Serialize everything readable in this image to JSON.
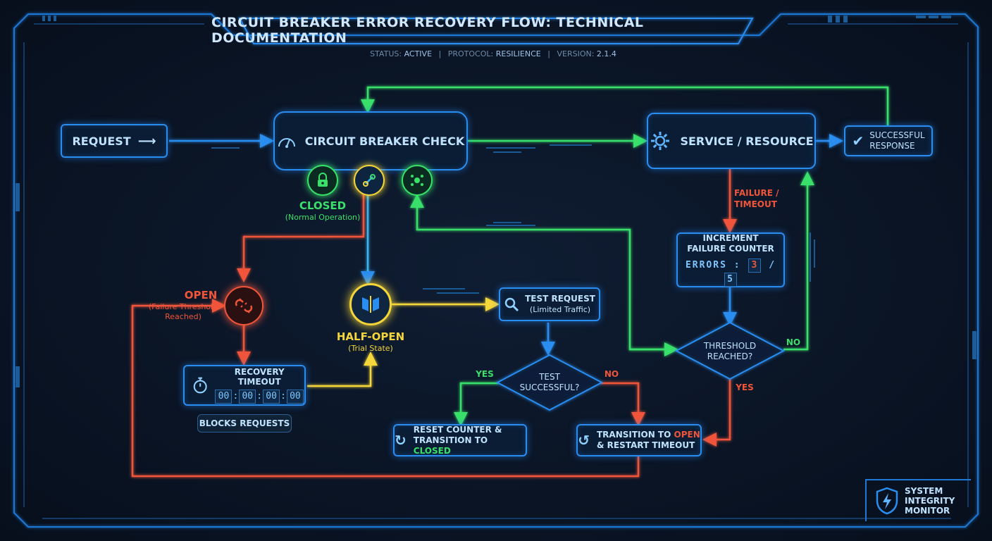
{
  "header": {
    "title": "CIRCUIT BREAKER ERROR RECOVERY FLOW: TECHNICAL DOCUMENTATION",
    "status_label": "STATUS:",
    "status_value": "ACTIVE",
    "protocol_label": "PROTOCOL:",
    "protocol_value": "RESILIENCE",
    "version_label": "VERSION:",
    "version_value": "2.1.4",
    "separator": "|"
  },
  "nodes": {
    "request": "REQUEST",
    "breaker_check": "CIRCUIT BREAKER CHECK",
    "service": "SERVICE / RESOURCE",
    "success": {
      "line1": "SUCCESSFUL",
      "line2": "RESPONSE"
    },
    "failure_timeout": {
      "line1": "FAILURE /",
      "line2": "TIMEOUT"
    },
    "increment": {
      "line1": "INCREMENT",
      "line2": "FAILURE COUNTER"
    },
    "errors": {
      "label": "ERRORS",
      "sep": ":",
      "current": "3",
      "slash": "/",
      "max": "5"
    },
    "threshold": {
      "line1": "THRESHOLD",
      "line2": "REACHED?"
    },
    "threshold_no": "NO",
    "threshold_yes": "YES",
    "closed": {
      "title": "CLOSED",
      "sub": "(Normal Operation)"
    },
    "open": {
      "title": "OPEN",
      "sub1": "(Failure Threshold",
      "sub2": "Reached)"
    },
    "half_open": {
      "title": "HALF-OPEN",
      "sub": "(Trial State)"
    },
    "recovery": {
      "label": "RECOVERY TIMEOUT",
      "digits": [
        "00",
        "00",
        "00",
        "00"
      ],
      "sep": ":"
    },
    "blocks": "BLOCKS REQUESTS",
    "test_request": {
      "line1": "TEST REQUEST",
      "line2": "(Limited Traffic)"
    },
    "test_success": {
      "line1": "TEST",
      "line2": "SUCCESSFUL?"
    },
    "test_yes": "YES",
    "test_no": "NO",
    "reset": {
      "line1": "RESET COUNTER &",
      "line2a": "TRANSITION TO ",
      "line2b": "CLOSED"
    },
    "transition_open": {
      "line1a": "TRANSITION TO ",
      "line1b": "OPEN",
      "line2": "& RESTART TIMEOUT"
    }
  },
  "footer": {
    "line1": "SYSTEM",
    "line2": "INTEGRITY",
    "line3": "MONITOR"
  },
  "colors": {
    "blue": "#2a8df0",
    "green": "#39e06a",
    "red": "#f0553a",
    "yellow": "#f5d63a",
    "text": "#bfe3ff"
  },
  "icons": [
    "arrow-right-icon",
    "gauge-icon",
    "lock-icon",
    "link-icon",
    "gear-icon",
    "check-icon",
    "broken-link-icon",
    "half-open-icon",
    "search-icon",
    "stopwatch-icon",
    "refresh-icon",
    "shield-lightning-icon"
  ]
}
